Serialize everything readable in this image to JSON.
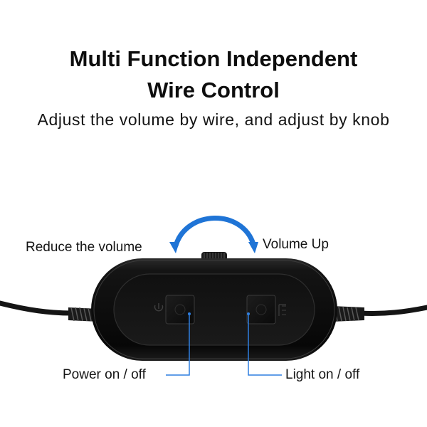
{
  "heading": {
    "line1": "Multi Function Independent",
    "line2": "Wire Control"
  },
  "subheading": "Adjust the volume by wire, and adjust by knob",
  "labels": {
    "reduce_volume": "Reduce the volume",
    "volume_up": "Volume Up",
    "power": "Power on / off",
    "light": "Light on / off"
  },
  "colors": {
    "arrow": "#1f74d6",
    "leader": "#2f7fe0",
    "controller": "#0e0e0e"
  },
  "icons": {
    "power_button": "power-icon",
    "light_button": "led-icon"
  }
}
